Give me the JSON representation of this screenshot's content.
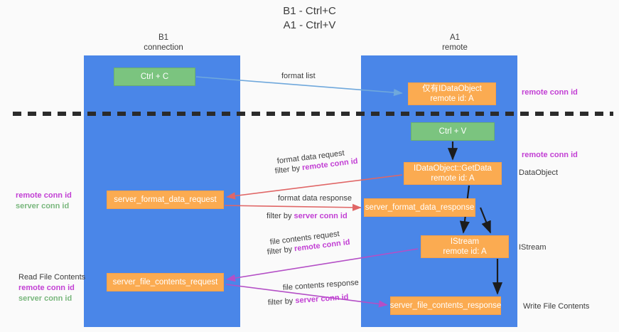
{
  "title": {
    "line1": "B1 - Ctrl+C",
    "line2": "A1 - Ctrl+V"
  },
  "columns": [
    {
      "name": "B1",
      "sub": "connection"
    },
    {
      "name": "A1",
      "sub": "remote"
    }
  ],
  "nodes": {
    "ctrl_c": {
      "label": "Ctrl + C",
      "color": "#7bc47f"
    },
    "idataobject": {
      "line1": "仅有IDataObject",
      "line2": "remote id: A",
      "color": "#fbab51"
    },
    "ctrl_v": {
      "label": "Ctrl + V",
      "color": "#7bc47f"
    },
    "getdata": {
      "line1": "IDataObject::GetData",
      "line2": "remote id: A",
      "color": "#fbab51"
    },
    "server_format_data_request": {
      "label": "server_format_data_request",
      "color": "#fbab51"
    },
    "server_format_data_response": {
      "label": "server_format_data_response",
      "color": "#fbab51"
    },
    "istream": {
      "line1": "IStream",
      "line2": "remote id: A",
      "color": "#fbab51"
    },
    "server_file_contents_request": {
      "label": "server_file_contents_request",
      "color": "#fbab51"
    },
    "server_file_contents_response": {
      "label": "server_file_contents_response",
      "color": "#fbab51"
    }
  },
  "edges": {
    "format_list": "format list",
    "format_data_request": "format data request",
    "format_data_request_filter_prefix": "filter by ",
    "format_data_request_filter_key": "remote conn id",
    "format_data_response": "format data response",
    "format_data_response_filter_prefix": "filter by ",
    "format_data_response_filter_key": "server conn id",
    "file_contents_request": "file contents request",
    "file_contents_request_filter_prefix": "filter by ",
    "file_contents_request_filter_key": "remote conn id",
    "file_contents_response": "file contents response",
    "file_contents_response_filter_prefix": "filter by ",
    "file_contents_response_filter_key": "server conn id"
  },
  "annotations": {
    "left_group_1": {
      "remote": "remote conn id",
      "server": "server conn id"
    },
    "left_group_2": {
      "heading": "Read File Contents",
      "remote": "remote conn id",
      "server": "server conn id"
    },
    "right_remote_top": "remote conn id",
    "right_remote_mid": "remote conn id",
    "right_dataobject": "DataObject",
    "right_istream": "IStream",
    "right_write_file_contents": "Write File Contents"
  },
  "colors": {
    "lane": "#4a86e8",
    "green_node": "#7bc47f",
    "orange_node": "#fbab51",
    "remote_key": "#c23fd4",
    "server_key": "#79b77d",
    "arrow_blue": "#6fa8dc",
    "arrow_red": "#e06666",
    "arrow_magenta": "#b44fc6",
    "arrow_dark": "#1c1c1c",
    "divider": "#2b2b2b",
    "background": "#fafafa"
  }
}
